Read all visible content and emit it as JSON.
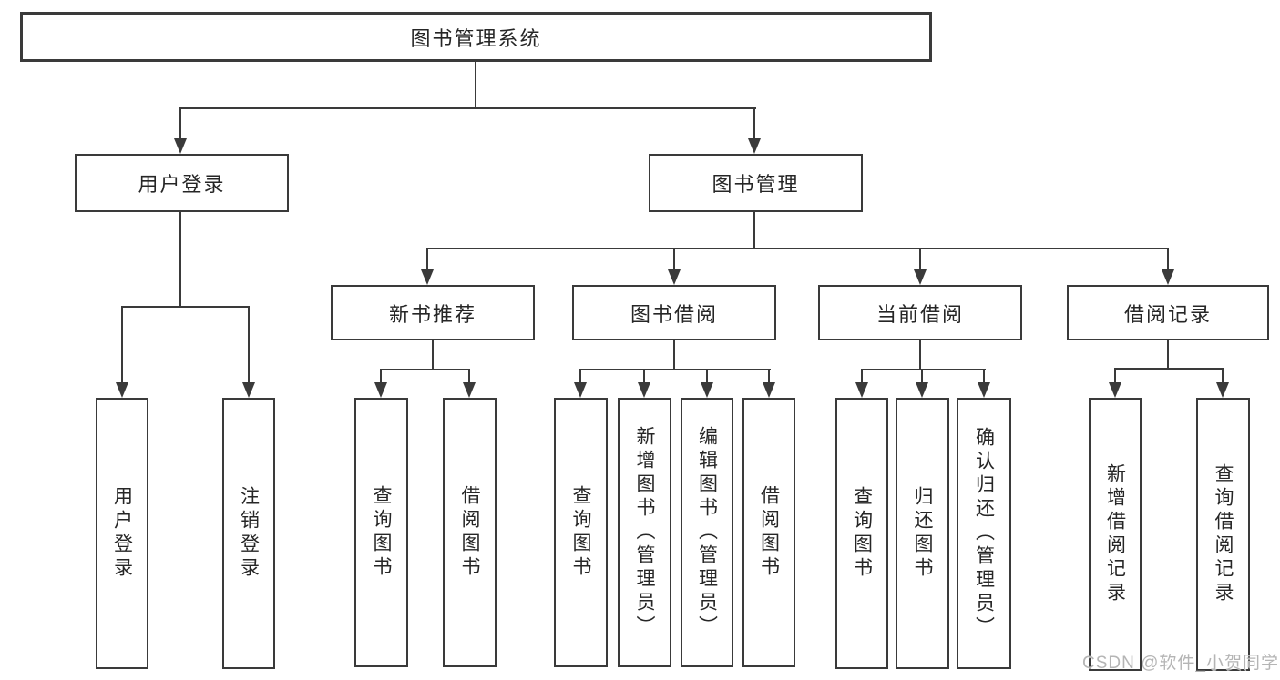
{
  "diagram": {
    "title": "图书管理系统",
    "branches": [
      {
        "label": "用户登录",
        "children": [
          {
            "label": "用户登录"
          },
          {
            "label": "注销登录"
          }
        ]
      },
      {
        "label": "图书管理",
        "children": [
          {
            "label": "新书推荐",
            "children": [
              {
                "label": "查询图书"
              },
              {
                "label": "借阅图书"
              }
            ]
          },
          {
            "label": "图书借阅",
            "children": [
              {
                "label": "查询图书"
              },
              {
                "label": "新增图书（管理员）"
              },
              {
                "label": "编辑图书（管理员）"
              },
              {
                "label": "借阅图书"
              }
            ]
          },
          {
            "label": "当前借阅",
            "children": [
              {
                "label": "查询图书"
              },
              {
                "label": "归还图书"
              },
              {
                "label": "确认归还（管理员）"
              }
            ]
          },
          {
            "label": "借阅记录",
            "children": [
              {
                "label": "新增借阅记录"
              },
              {
                "label": "查询借阅记录"
              }
            ]
          }
        ]
      }
    ]
  },
  "watermark": {
    "text": "CSDN @软件_小贺同学"
  },
  "colors": {
    "line": "#3a3a3a",
    "text": "#262626",
    "background": "#ffffff",
    "watermark": "#b5b5b5"
  }
}
